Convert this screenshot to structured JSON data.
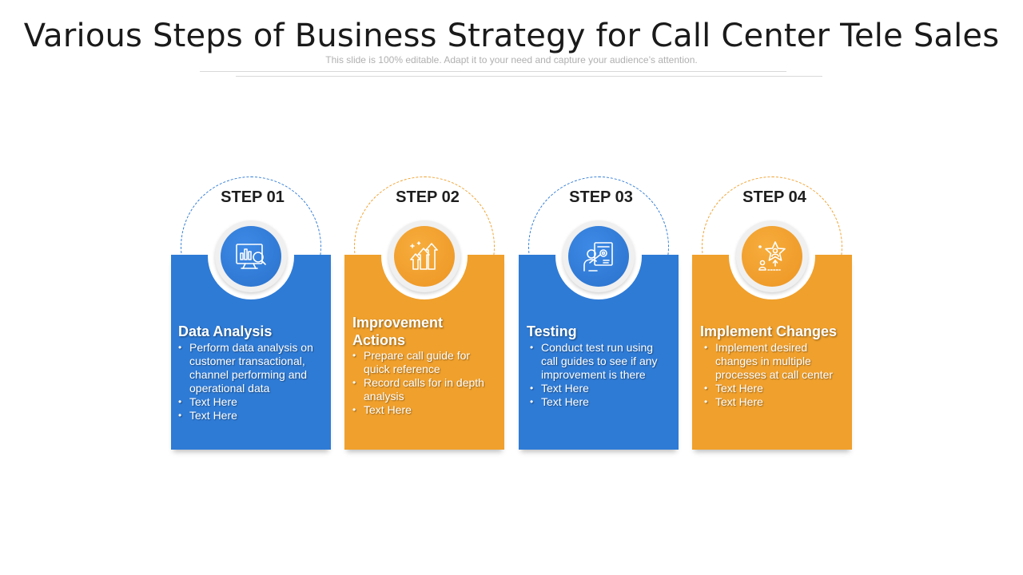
{
  "title": "Various Steps of Business Strategy for Call Center Tele Sales",
  "subtitle": "This slide is 100% editable. Adapt it to your need and capture your audience’s attention.",
  "colors": {
    "blue": "#2e7bd6",
    "orange": "#f0a02c"
  },
  "steps": [
    {
      "label": "STEP 01",
      "title": "Data Analysis",
      "icon": "data-analysis-monitor-icon",
      "bullets": [
        "Perform data analysis on customer transactional, channel performing and operational data",
        "Text Here",
        "Text Here"
      ]
    },
    {
      "label": "STEP 02",
      "title": "Improvement Actions",
      "icon": "growth-arrows-icon",
      "bullets": [
        "Prepare call guide for quick reference",
        "Record calls for in depth analysis",
        "Text Here"
      ]
    },
    {
      "label": "STEP 03",
      "title": "Testing",
      "icon": "person-testing-board-icon",
      "bullets": [
        "Conduct test run using call guides to see if any improvement is there",
        "Text Here",
        "Text Here"
      ]
    },
    {
      "label": "STEP 04",
      "title": "Implement Changes",
      "icon": "star-person-upgrade-icon",
      "bullets": [
        "Implement desired changes in multiple processes at call center",
        "Text Here",
        "Text Here"
      ]
    }
  ]
}
